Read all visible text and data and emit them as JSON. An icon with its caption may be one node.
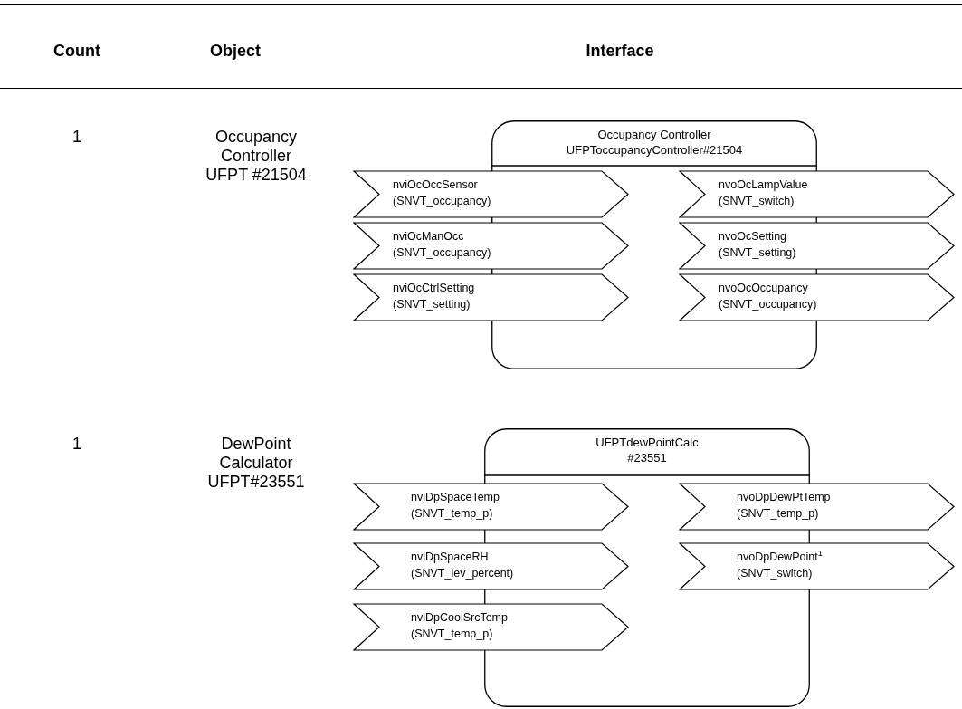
{
  "diagram": {
    "nodes": [
      {
        "text": [
          "Occupancy Controller",
          "UFPToccupancyController#21504"
        ]
      },
      {
        "text": [
          "nviOcOccSensor",
          "(SNVT_occupancy)"
        ]
      },
      {
        "text": [
          "nviOcManOcc",
          "(SNVT_occupancy)"
        ]
      },
      {
        "text": [
          "nviOcCtrlSetting",
          "(SNVT_setting)"
        ]
      },
      {
        "text": [
          "nvoOcLampValue",
          "(SNVT_switch)"
        ]
      },
      {
        "text": [
          "nvoOcSetting",
          "(SNVT_setting)"
        ]
      },
      {
        "text": [
          "nvoOcOccupancy",
          "(SNVT_occupancy)"
        ]
      },
      {
        "text": [
          "UFPTdewPointCalc",
          "#23551"
        ]
      },
      {
        "text": [
          "nviDpSpaceTemp",
          "(SNVT_temp_p)"
        ]
      },
      {
        "text": [
          "nviDpSpaceRH",
          "(SNVT_lev_percent)"
        ]
      },
      {
        "text": [
          "nviDpCoolSrcTemp",
          "(SNVT_temp_p)"
        ]
      },
      {
        "text": [
          "nvoDpDewPtTemp",
          "(SNVT_temp_p)"
        ]
      },
      {
        "text": [
          "nvoDpDewPoint$^{1}$",
          "(SNVT_switch)"
        ]
      }
    ],
    "edges": [],
    "labels": [
      "Count",
      "Object",
      "Interface",
      "1",
      "Occupancy Controller UFPT #21504",
      "1",
      "DewPoint Calculator UFPT#23551"
    ]
  }
}
